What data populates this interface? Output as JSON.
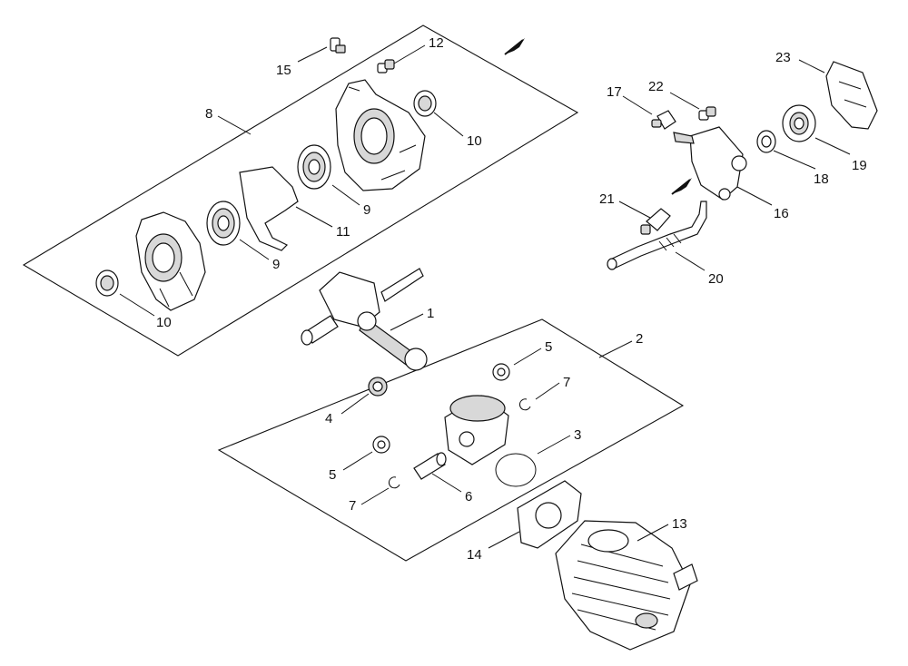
{
  "callouts": {
    "c1": "1",
    "c2": "2",
    "c3": "3",
    "c4": "4",
    "c5a": "5",
    "c5b": "5",
    "c6": "6",
    "c7a": "7",
    "c7b": "7",
    "c8": "8",
    "c9a": "9",
    "c9b": "9",
    "c10a": "10",
    "c10b": "10",
    "c11": "11",
    "c12": "12",
    "c13": "13",
    "c14": "14",
    "c15": "15",
    "c16": "16",
    "c17": "17",
    "c18": "18",
    "c19": "19",
    "c20": "20",
    "c21": "21",
    "c22": "22",
    "c23": "23"
  },
  "icons": {
    "direction_arrow": "arrow-icon"
  }
}
